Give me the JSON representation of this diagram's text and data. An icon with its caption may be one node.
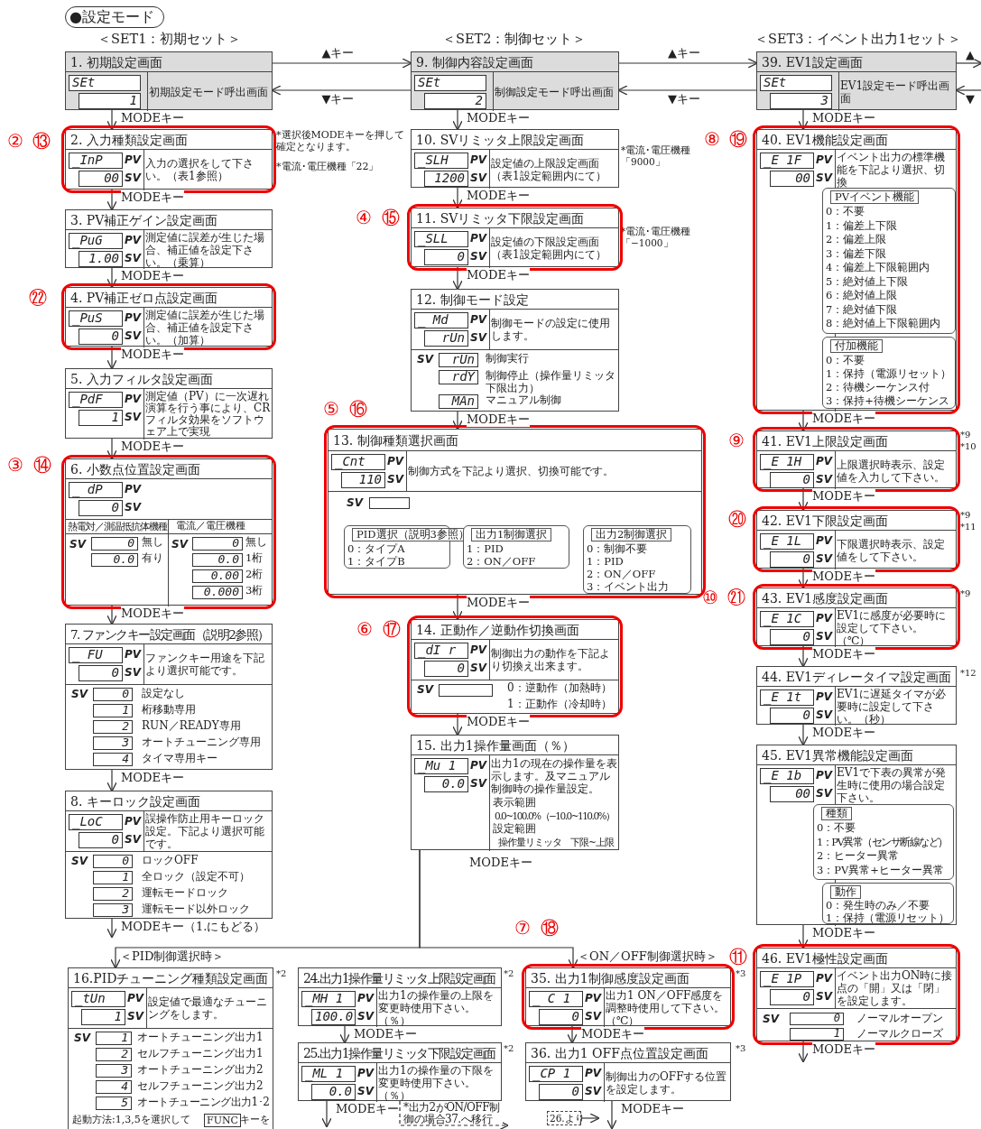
{
  "diagram": {
    "title": "●設定モード",
    "nodes": [
      {
        "text": [
          "1. 初期設定画面",
          "SEt",
          "1",
          "初期設定モード呼出画面"
        ],
        "beside": [
          "＜SET1：初期セット＞"
        ]
      },
      {
        "text": [
          "2. 入力種類設定画面",
          "_InP",
          "PV",
          "00",
          "SV",
          "入力の選択をして下さい。（表1参照）"
        ],
        "beside": [
          "②",
          "⑬",
          "*選択後MODEキーを押して確定となります。",
          "*電流･電圧機種「22」"
        ]
      },
      {
        "text": [
          "3. PV補正ゲイン設定画面",
          "_PuG",
          "PV",
          "1.00",
          "SV",
          "測定値に誤差が生じた場合、補正値を設定下さい。（乗算）"
        ]
      },
      {
        "text": [
          "4. PV補正ゼロ点設定画面",
          "_PuS",
          "PV",
          "0",
          "SV",
          "測定値に誤差が生じた場合、補正値を設定下さい。（加算）"
        ],
        "beside": [
          "㉒"
        ]
      },
      {
        "text": [
          "5. 入力フィルタ設定画面",
          "_PdF",
          "PV",
          "1",
          "SV",
          "測定値（PV）に一次遅れ演算を行う事により、CRフィルタ効果をソフトウェア上で実現"
        ]
      },
      {
        "text": [
          "6. 小数点位置設定画面",
          "_ dP",
          "PV",
          "0",
          "SV",
          "熱電対／測温抵抗体機種",
          "電流／電圧機種",
          "SV",
          "0",
          "無し",
          "0.0",
          "有り",
          "SV",
          "0",
          "無し",
          "0.0",
          "1桁",
          "0.00",
          "2桁",
          "0.000",
          "3桁"
        ],
        "beside": [
          "③",
          "⑭"
        ]
      },
      {
        "text": [
          "7. ファンクキー設定画面（説明2参照）",
          "_ FU",
          "PV",
          "0",
          "SV",
          "ファンクキー用途を下記より選択可能です。",
          "SV",
          "0",
          "設定なし",
          "1",
          "桁移動専用",
          "2",
          "RUN／READY専用",
          "3",
          "オートチューニング専用",
          "4",
          "タイマ専用キー"
        ]
      },
      {
        "text": [
          "8. キーロック設定画面",
          "_LoC",
          "PV",
          "0",
          "SV",
          "誤操作防止用キーロック設定。下記より選択可能です。",
          "SV",
          "0",
          "ロックOFF",
          "1",
          "全ロック（設定不可）",
          "2",
          "運転モードロック",
          "3",
          "運転モード以外ロック"
        ]
      },
      {
        "text": [
          "9. 制御内容設定画面",
          "SEt",
          "2",
          "制御設定モード呼出画面"
        ],
        "beside": [
          "＜SET2：制御セット＞"
        ]
      },
      {
        "text": [
          "10. SVリミッタ上限設定画面",
          "_SLH",
          "PV",
          "1200",
          "SV",
          "設定値の上限設定画面（表1設定範囲内にて）"
        ],
        "beside": [
          "*電流･電圧機種「9000」"
        ]
      },
      {
        "text": [
          "11. SVリミッタ下限設定画面",
          "_SLL",
          "PV",
          "0",
          "SV",
          "設定値の下限設定画面（表1設定範囲内にて）"
        ],
        "beside": [
          "④",
          "⑮",
          "*電流･電圧機種「−1000」"
        ]
      },
      {
        "text": [
          "12. 制御モード設定",
          "_ Md",
          "PV",
          "rUn",
          "SV",
          "制御モードの設定に使用します。",
          "SV",
          "rUn",
          "制御実行",
          "rdY",
          "制御停止（操作量リミッタ下限出力）",
          "MAn",
          "マニュアル制御"
        ]
      },
      {
        "text": [
          "13. 制御種類選択画面",
          "_Cnt",
          "PV",
          "110",
          "SV",
          "制御方式を下記より選択、切換可能です。",
          "SV"
        ],
        "beside": [
          "⑤",
          "⑯"
        ]
      },
      {
        "text": [
          "PID選択（説明3参照）",
          "0：タイプA",
          "1：タイプB"
        ],
        "in": 12
      },
      {
        "text": [
          "出力1制御選択",
          "1：PID",
          "2：ON／OFF"
        ],
        "in": 12
      },
      {
        "text": [
          "出力2制御選択",
          "0：制御不要",
          "1：PID",
          "2：ON／OFF",
          "3：イベント出力"
        ],
        "in": 12
      },
      {
        "text": [
          "14. 正動作／逆動作切換画面",
          "_dI r",
          "PV",
          "0",
          "SV",
          "制御出力の動作を下記より切換え出来ます。",
          "SV",
          "0：逆動作（加熱時）",
          "1：正動作（冷却時）"
        ],
        "beside": [
          "⑥",
          "⑰"
        ]
      },
      {
        "text": [
          "15. 出力1操作量画面（％）",
          "_Mu 1",
          "PV",
          "0.0",
          "SV",
          "出力1の現在の操作量を表示します。及マニュアル制御時の操作量設定。",
          "表示範囲",
          "0.0~100.0%（−10.0~110.0%）",
          "設定範囲",
          "操作量リミッタ　下限~上限"
        ],
        "beside": [
          "MODEキー"
        ]
      },
      {
        "text": [
          "16.PIDチューニング種類設定画面",
          "_tUn",
          "PV",
          "1",
          "SV",
          "設定値で最適なチューニングをします。",
          "SV",
          "1",
          "オートチューニング出力1",
          "2",
          "セルフチューニング出力1",
          "3",
          "オートチューニング出力2",
          "4",
          "セルフチューニング出力2",
          "5",
          "オートチューニング出力1･2",
          "起動方法:1,3,5を選択して",
          "FUNC",
          "キーを"
        ],
        "beside": [
          "*2"
        ]
      },
      {
        "text": [
          "24.出力1操作量リミッタ上限設定画面",
          "_MH 1",
          "PV",
          "100.0",
          "SV",
          "出力1の操作量の上限を変更時使用下さい。（％）"
        ],
        "beside": [
          "*2"
        ]
      },
      {
        "text": [
          "25.出力1操作量リミッタ下限設定画面",
          "_ML 1",
          "PV",
          "0.0",
          "SV",
          "出力1の操作量の下限を変更時使用下さい。（％）"
        ],
        "beside": [
          "*2"
        ]
      },
      {
        "text": [
          "35. 出力1制御感度設定画面",
          "_ C 1",
          "PV",
          "0",
          "SV",
          "出力1 ON／OFF感度を調整時使用して下さい。（℃）"
        ],
        "beside": [
          "⑦",
          "⑱",
          "*3"
        ]
      },
      {
        "text": [
          "36. 出力1 OFF点位置設定画面",
          "_CP 1",
          "PV",
          "0",
          "SV",
          "制御出力のOFFする位置を設定します。"
        ],
        "beside": [
          "*3"
        ]
      },
      {
        "text": [
          "39. EV1設定画面",
          "SEt",
          "3",
          "EV1設定モード呼出画面"
        ],
        "beside": [
          "＜SET3：イベント出力1セット＞"
        ]
      },
      {
        "text": [
          "40. EV1機能設定画面",
          "_E 1F",
          "PV",
          "00",
          "SV",
          "イベント出力の標準機能を下記より選択、切換"
        ],
        "beside": [
          "⑧",
          "⑲"
        ]
      },
      {
        "text": [
          "PVイベント機能",
          "0：不要",
          "1：偏差上下限",
          "2：偏差上限",
          "3：偏差下限",
          "4：偏差上下限範囲内",
          "5：絶対値上下限",
          "6：絶対値上限",
          "7：絶対値下限",
          "8：絶対値上下限範囲内"
        ],
        "in": 24
      },
      {
        "text": [
          "付加機能",
          "0：不要",
          "1：保持（電源リセット）",
          "2：待機シーケンス付",
          "3：保持+待機シーケンス"
        ],
        "in": 24
      },
      {
        "text": [
          "41. EV1上限設定画面",
          "_E 1H",
          "PV",
          "0",
          "SV",
          "上限選択時表示、設定値を入力して下さい。"
        ],
        "beside": [
          "⑨",
          "*9",
          "*10"
        ]
      },
      {
        "text": [
          "42. EV1下限設定画面",
          "_E 1L",
          "PV",
          "0",
          "SV",
          "下限選択時表示、設定値をして下さい。"
        ],
        "beside": [
          "⑳",
          "*9",
          "*11"
        ]
      },
      {
        "text": [
          "43. EV1感度設定画面",
          "_E 1C",
          "PV",
          "0",
          "SV",
          "EV1に感度が必要時に設定して下さい。（℃）"
        ],
        "beside": [
          "⑩",
          "㉑",
          "*9"
        ]
      },
      {
        "text": [
          "44. EV1ディレータイマ設定画面",
          "_E 1t",
          "PV",
          "0",
          "SV",
          "EV1に遅延タイマが必要時に設定して下さい。（秒）"
        ],
        "beside": [
          "*12"
        ]
      },
      {
        "text": [
          "45. EV1異常機能設定画面",
          "_E 1b",
          "PV",
          "00",
          "SV",
          "EV1で下表の異常が発生時に使用の場合設定下さい。"
        ]
      },
      {
        "text": [
          "種類",
          "0：不要",
          "1：PV異常（センサ断線など）",
          "2：ヒーター異常",
          "3：PV異常+ヒーター異常"
        ],
        "in": 31
      },
      {
        "text": [
          "動作",
          "0：発生時のみ／不要",
          "1：保持（電源リセット）"
        ],
        "in": 31
      },
      {
        "text": [
          "46. EV1極性設定画面",
          "_E 1P",
          "PV",
          "0",
          "SV",
          "イベント出力ON時に接点の「開」又は「閉」を設定します。",
          "SV",
          "0",
          "ノーマルオープン",
          "1",
          "ノーマルクローズ"
        ],
        "beside": [
          "⑪"
        ]
      },
      {
        "text": [
          "26.より"
        ]
      }
    ],
    "edges": [
      {
        "from": 0,
        "to": 1,
        "arrow": "to",
        "label": "MODEキー"
      },
      {
        "from": 1,
        "to": 2,
        "arrow": "to",
        "label": "MODEキー"
      },
      {
        "from": 2,
        "to": 3,
        "arrow": "to",
        "label": "MODEキー"
      },
      {
        "from": 3,
        "to": 4,
        "arrow": "to",
        "label": "MODEキー"
      },
      {
        "from": 4,
        "to": 5,
        "arrow": "to",
        "label": "MODEキー"
      },
      {
        "from": 5,
        "to": 6,
        "arrow": "to",
        "label": "MODEキー"
      },
      {
        "from": 6,
        "to": 7,
        "arrow": "to",
        "label": "MODEキー"
      },
      {
        "from": 7,
        "to": null,
        "arrow": "to",
        "label": "MODEキー（1.にもどる）"
      },
      {
        "from": 0,
        "to": 8,
        "arrow": "to",
        "label": "▲キー"
      },
      {
        "from": 8,
        "to": 0,
        "arrow": "to",
        "label": "▼キー"
      },
      {
        "from": 8,
        "to": 9,
        "arrow": "to",
        "label": "MODEキー"
      },
      {
        "from": 9,
        "to": 10,
        "arrow": "to",
        "label": "MODEキー"
      },
      {
        "from": 10,
        "to": 11,
        "arrow": "to",
        "label": "MODEキー"
      },
      {
        "from": 11,
        "to": 12,
        "arrow": "to",
        "label": "MODEキー"
      },
      {
        "from": 12,
        "to": 16,
        "arrow": "to",
        "label": "MODEキー"
      },
      {
        "from": 16,
        "to": 17,
        "arrow": "to",
        "label": "MODEキー"
      },
      {
        "from": 17,
        "to": 18,
        "arrow": "to",
        "label": "＜PID制御選択時＞"
      },
      {
        "from": 17,
        "to": 21,
        "arrow": "to",
        "label": "＜ON／OFF制御選択時＞"
      },
      {
        "from": 19,
        "to": 20,
        "arrow": "to",
        "label": "MODEキー"
      },
      {
        "from": 20,
        "to": null,
        "arrow": "to",
        "label": "MODEキー"
      },
      {
        "from": 20,
        "to": null,
        "arrow": "to",
        "style": "dashed",
        "label": "*出力2がON/OFF制御の場合37.へ移行"
      },
      {
        "from": 21,
        "to": 22,
        "arrow": "to",
        "label": "MODEキー"
      },
      {
        "from": 22,
        "to": null,
        "arrow": "to",
        "label": "MODEキー"
      },
      {
        "from": 35,
        "to": null,
        "arrow": "to"
      },
      {
        "from": 8,
        "to": 23,
        "arrow": "to",
        "label": "▲キー"
      },
      {
        "from": 23,
        "to": 8,
        "arrow": "to",
        "label": "▼キー"
      },
      {
        "from": 23,
        "to": null,
        "arrow": "to",
        "label": "▲"
      },
      {
        "from": null,
        "to": 23,
        "arrow": "to",
        "label": "▼"
      },
      {
        "from": 23,
        "to": 24,
        "arrow": "to",
        "label": "MODEキー"
      },
      {
        "from": 24,
        "to": 27,
        "arrow": "to",
        "label": "MODEキー"
      },
      {
        "from": 27,
        "to": 28,
        "arrow": "to",
        "label": "MODEキー"
      },
      {
        "from": 28,
        "to": 29,
        "arrow": "to",
        "label": "MODEキー"
      },
      {
        "from": 29,
        "to": 30,
        "arrow": "to",
        "label": "MODEキー"
      },
      {
        "from": 30,
        "to": 31,
        "arrow": "to",
        "label": "MODEキー"
      },
      {
        "from": 31,
        "to": 34,
        "arrow": "to",
        "label": "MODEキー"
      },
      {
        "from": 34,
        "to": null,
        "arrow": "to",
        "label": "MODEキー"
      }
    ]
  }
}
